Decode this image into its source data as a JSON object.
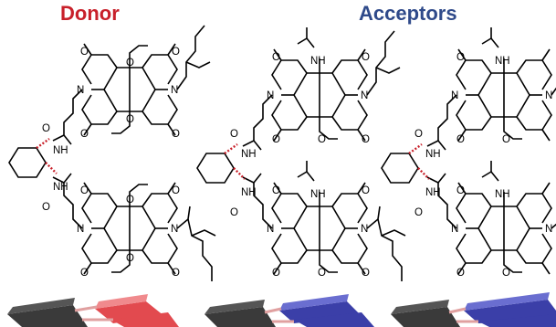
{
  "labels": {
    "donor": "Donor",
    "acceptors": "Acceptors"
  },
  "colors": {
    "donor": "#c8202a",
    "acceptor": "#2f4a8a",
    "dark_slab": "#3a3a3a",
    "red_slab": "#e24a4f",
    "blue_slab": "#3b3fa8"
  },
  "atoms": {
    "N": "N",
    "O": "O",
    "NH": "NH"
  }
}
